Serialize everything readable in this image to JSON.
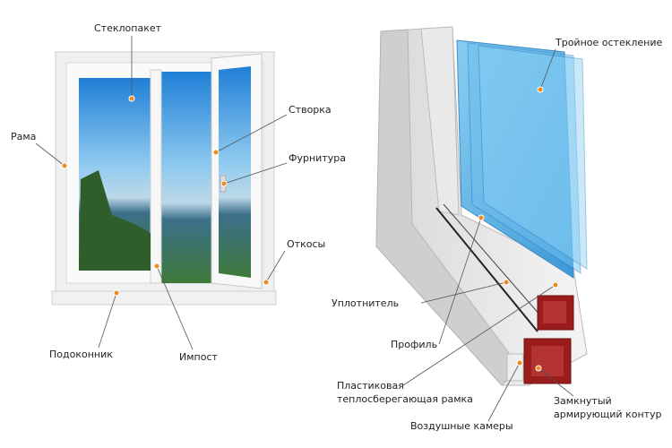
{
  "window_labels": {
    "glass_unit": "Стеклопакет",
    "frame": "Рама",
    "sash": "Створка",
    "hardware": "Фурнитура",
    "reveals": "Откосы",
    "sill": "Подоконник",
    "mullion": "Импост"
  },
  "profile_labels": {
    "triple_glazing": "Тройное остекление",
    "seal": "Уплотнитель",
    "profile": "Профиль",
    "spacer_line1": "Пластиковая",
    "spacer_line2": "теплосберегающая рамка",
    "air_chambers": "Воздушные камеры",
    "reinforcement_line1": "Замкнутый",
    "reinforcement_line2": "армирующий контур"
  },
  "colors": {
    "marker": "#f08a1c",
    "glass": "#5fb4e6",
    "steel": "#9b1c1c"
  }
}
